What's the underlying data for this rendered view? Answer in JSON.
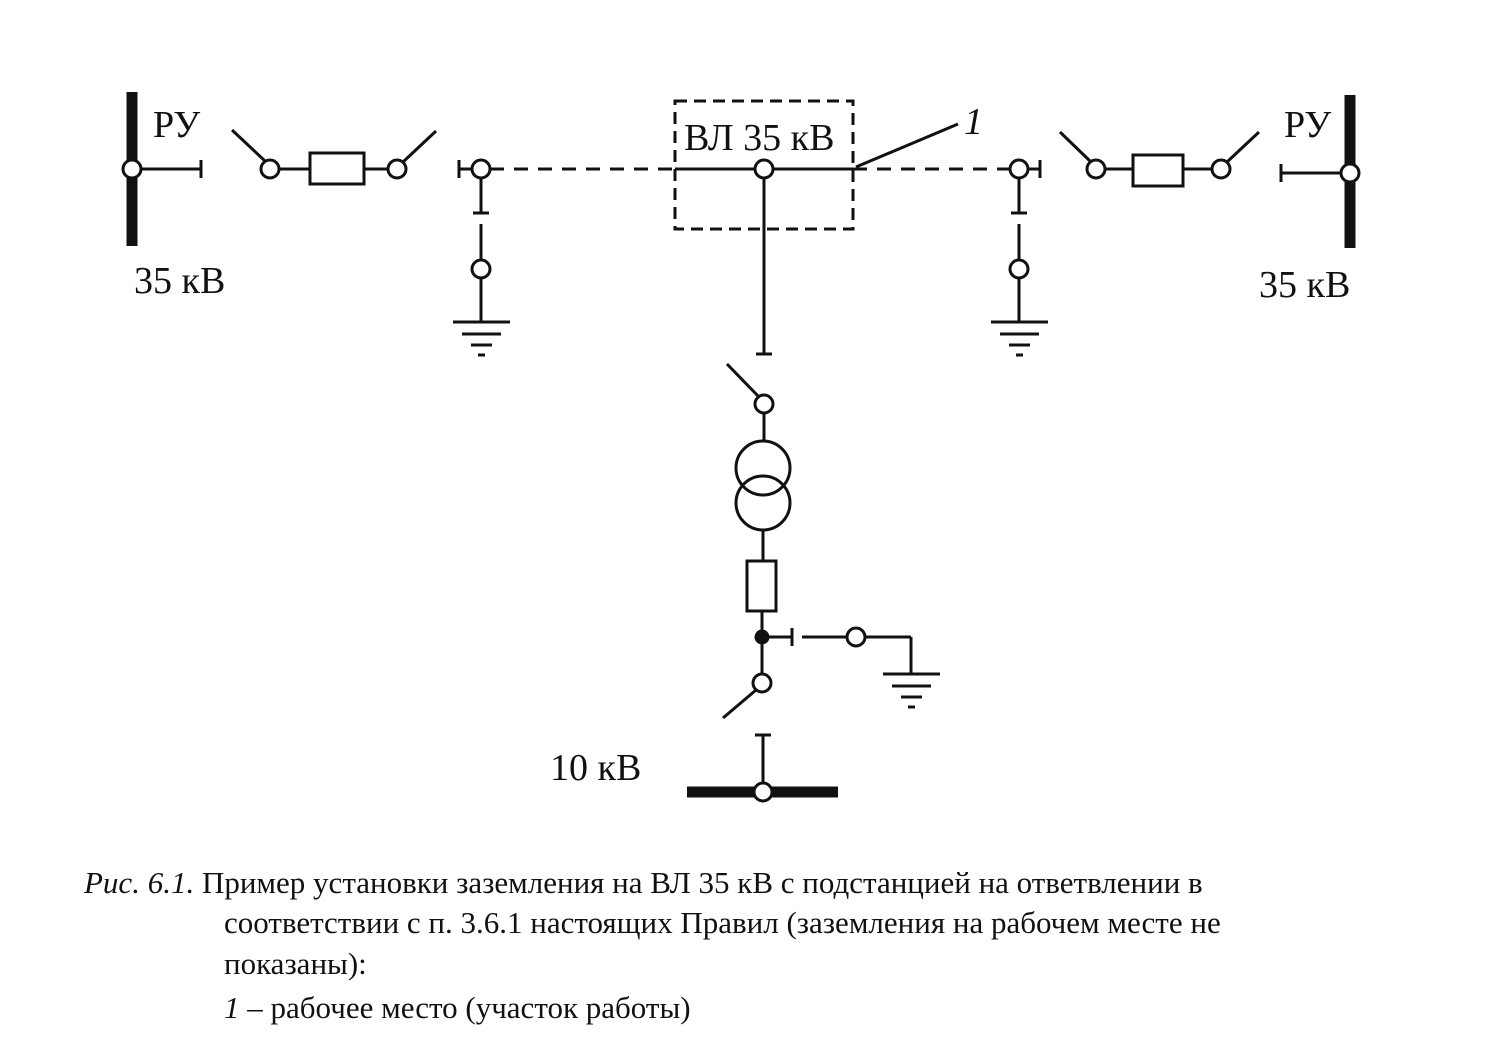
{
  "labels": {
    "ru_left": "РУ",
    "ru_right": "РУ",
    "kv_left": "35 кВ",
    "kv_right": "35 кВ",
    "line": "ВЛ 35 кВ",
    "marker": "1",
    "kv_bottom": "10 кВ"
  },
  "caption": {
    "prefix": "Рис. 6.1.",
    "line1": "Пример установки заземления на ВЛ 35 кВ с подстанцией на ответвлении в",
    "line2": "соответствии с п. 3.6.1 настоящих Правил (заземления на рабочем месте не",
    "line3": "показаны):",
    "legend_number": "1",
    "legend_text": "– рабочее место (участок работы)"
  },
  "colors": {
    "ink": "#111111",
    "background": "#ffffff"
  }
}
